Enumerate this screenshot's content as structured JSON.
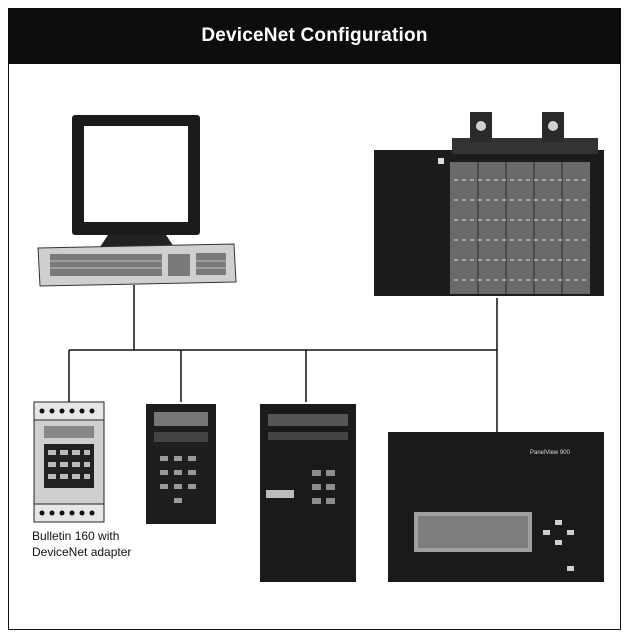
{
  "title": "DeviceNet Configuration",
  "caption": {
    "line1": "Bulletin 160 with",
    "line2": "DeviceNet adapter"
  },
  "panelview_label": "PanelView 900",
  "colors": {
    "title_bg": "#0d0d0d",
    "title_text": "#ffffff",
    "line": "#111111",
    "device_dark": "#1c1c1c"
  },
  "icons": {
    "computer": "workstation-icon",
    "plc": "plc-rack-icon",
    "drive": "motor-drive-icon",
    "terminal": "operator-terminal-icon"
  }
}
